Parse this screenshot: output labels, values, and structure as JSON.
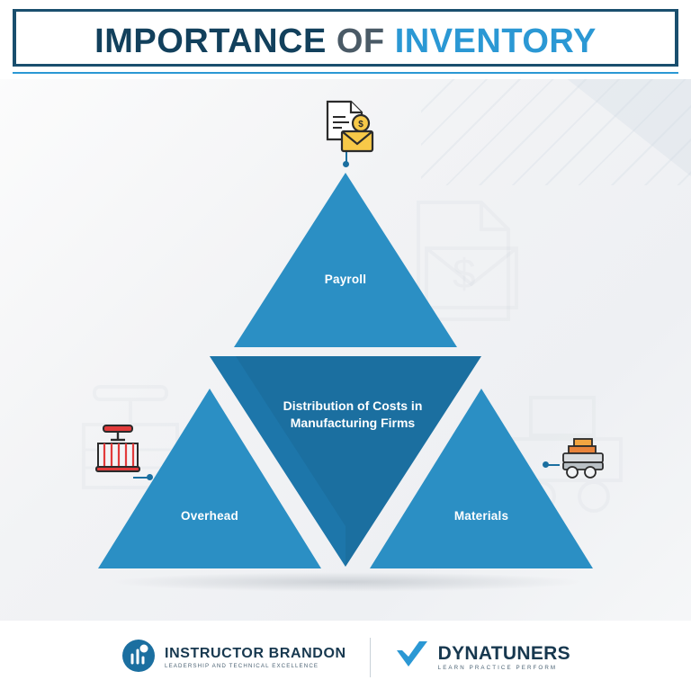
{
  "header": {
    "title_part1": "IMPORTANCE",
    "title_part2": "OF",
    "title_part3": "INVENTORY"
  },
  "diagram": {
    "type": "triangle-pyramid",
    "center_label": "Distribution of Costs in Manufacturing Firms",
    "nodes": [
      {
        "id": "top",
        "label": "Payroll",
        "icon": "invoice-money-icon"
      },
      {
        "id": "left",
        "label": "Overhead",
        "icon": "factory-stamp-icon"
      },
      {
        "id": "right",
        "label": "Materials",
        "icon": "materials-stack-icon"
      }
    ],
    "colors": {
      "triangle_fill": "#2b8fc4",
      "triangle_fill_dark": "#1b6fa0",
      "center_fill": "#1b6fa0",
      "accent": "#2b98d4",
      "navy": "#12405c"
    }
  },
  "footer": {
    "brand1": {
      "name": "INSTRUCTOR BRANDON",
      "tagline": "LEADERSHIP AND TECHNICAL EXCELLENCE",
      "icon": "instructor-brandon-logo"
    },
    "brand2": {
      "name": "DYNATUNERS",
      "tagline": "LEARN PRACTICE PERFORM",
      "icon": "dynatuners-check-logo"
    }
  }
}
